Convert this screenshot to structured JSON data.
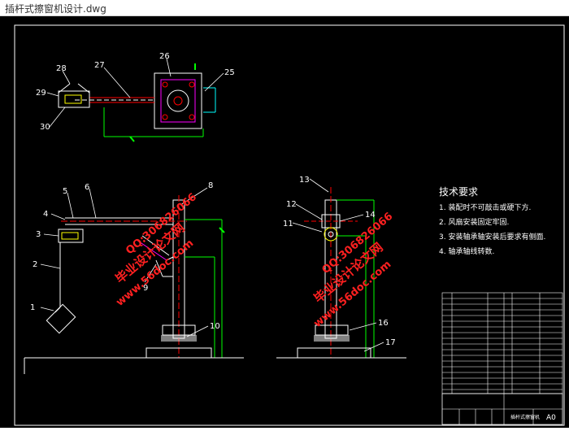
{
  "window": {
    "title": "插杆式擦窗机设计.dwg"
  },
  "colors": {
    "background": "#000000",
    "frame": "#ffffff",
    "green": "#00ff00",
    "red": "#ff0000",
    "magenta": "#ff00ff",
    "yellow": "#ffff00",
    "cyan": "#00ffff"
  },
  "part_labels": [
    "1",
    "2",
    "3",
    "4",
    "5",
    "6",
    "8",
    "9",
    "10",
    "11",
    "12",
    "13",
    "14",
    "16",
    "17",
    "25",
    "26",
    "27",
    "28",
    "29",
    "30"
  ],
  "tech_requirements": {
    "title": "技术要求",
    "items": [
      "1. 装配时不可敲击或硬下方.",
      "2. 风扇安装固定牢固.",
      "3. 安装轴承轴安装后要求有侧面.",
      "4. 轴承轴线转数.",
      ""
    ]
  },
  "watermark": {
    "brand": "毕业设计论文网",
    "url": "www.56doc.com",
    "qq": "QQ:306826066"
  },
  "title_block": {
    "sheet_size": "A0",
    "scale_label": "插杆式擦窗机"
  }
}
